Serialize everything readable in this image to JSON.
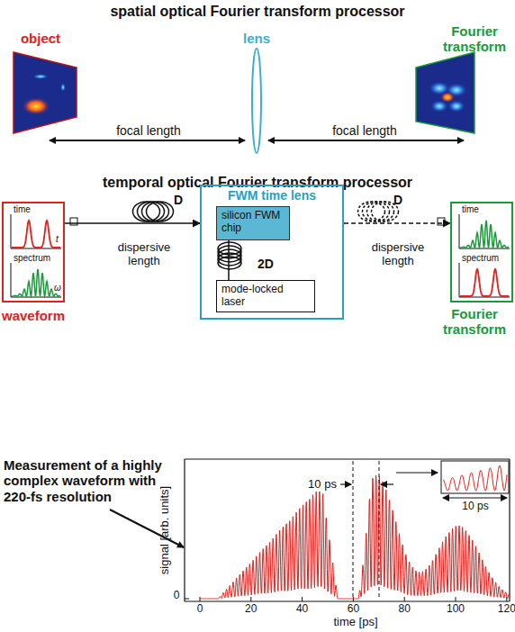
{
  "diagram": {
    "title": "spatial optical Fourier transform processor",
    "nodes": [
      {
        "text": [
          "time",
          "t",
          "spectrum",
          "ω",
          "waveform"
        ]
      },
      {
        "text": [
          "FWM time lens"
        ]
      },
      {
        "text": [
          "silicon FWM chip"
        ],
        "in": 1
      },
      {
        "text": [
          "mode-locked laser"
        ],
        "in": 1
      },
      {
        "text": [
          "time",
          "spectrum",
          "Fourier transform"
        ]
      }
    ],
    "edges": [
      {
        "from": 0,
        "to": 1,
        "arrow": "to"
      },
      {
        "from": 3,
        "to": 2,
        "arrow": "none"
      },
      {
        "from": 1,
        "to": 4,
        "arrow": "to"
      }
    ],
    "labels": [
      "object",
      "lens",
      "Fourier transform",
      "focal length",
      "focal length",
      "temporal optical Fourier transform processor",
      "D",
      "dispersive length",
      "2D",
      "D",
      "dispersive length",
      "Measurement of a highly complex waveform with 220-fs resolution",
      "10 ps",
      "10 ps",
      "signal [arb. units]",
      "time [ps]",
      "0",
      "0",
      "20",
      "40",
      "60",
      "80",
      "100",
      "120"
    ]
  }
}
